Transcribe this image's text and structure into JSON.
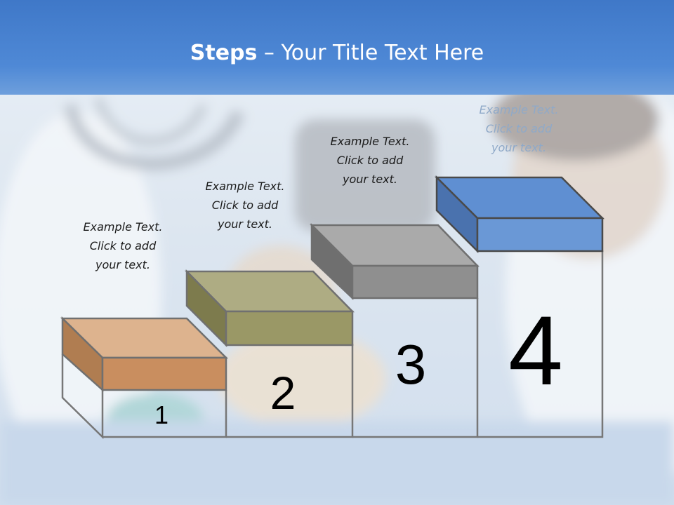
{
  "slide": {
    "title_bold": "Steps",
    "title_rest": " – Your Title Text Here"
  },
  "steps": [
    {
      "number": "1",
      "text": "Example Text.\nClick  to add\nyour text.",
      "color": "#c98e5f"
    },
    {
      "number": "2",
      "text": "Example Text.\nClick  to add\nyour text.",
      "color": "#9a9866"
    },
    {
      "number": "3",
      "text": "Example Text.\nClick  to add\nyour text.",
      "color": "#8f8f8f"
    },
    {
      "number": "4",
      "text": "Example Text.\nClick  to add\nyour text.",
      "color": "#6a98d6"
    }
  ]
}
